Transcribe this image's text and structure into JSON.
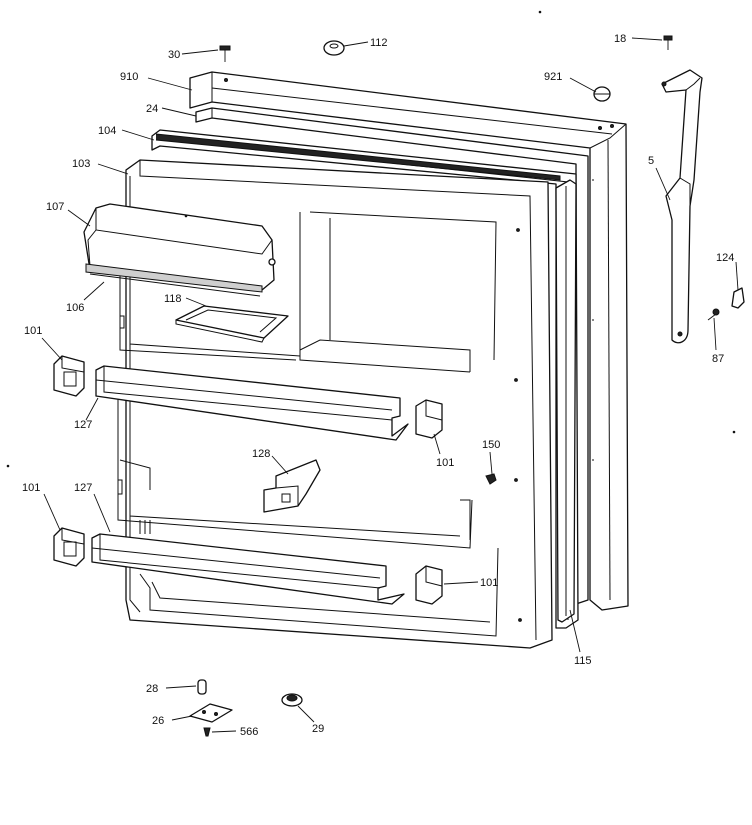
{
  "callouts": {
    "c30": "30",
    "c112": "112",
    "c18": "18",
    "c910": "910",
    "c921": "921",
    "c24": "24",
    "c104": "104",
    "c103": "103",
    "c5": "5",
    "c107": "107",
    "c124": "124",
    "c106": "106",
    "c118": "118",
    "c87": "87",
    "c101a": "101",
    "c127a": "127",
    "c101b": "101",
    "c150": "150",
    "c128": "128",
    "c101c": "101",
    "c127b": "127",
    "c101d": "101",
    "c115": "115",
    "c28": "28",
    "c26": "26",
    "c566": "566",
    "c29": "29"
  }
}
